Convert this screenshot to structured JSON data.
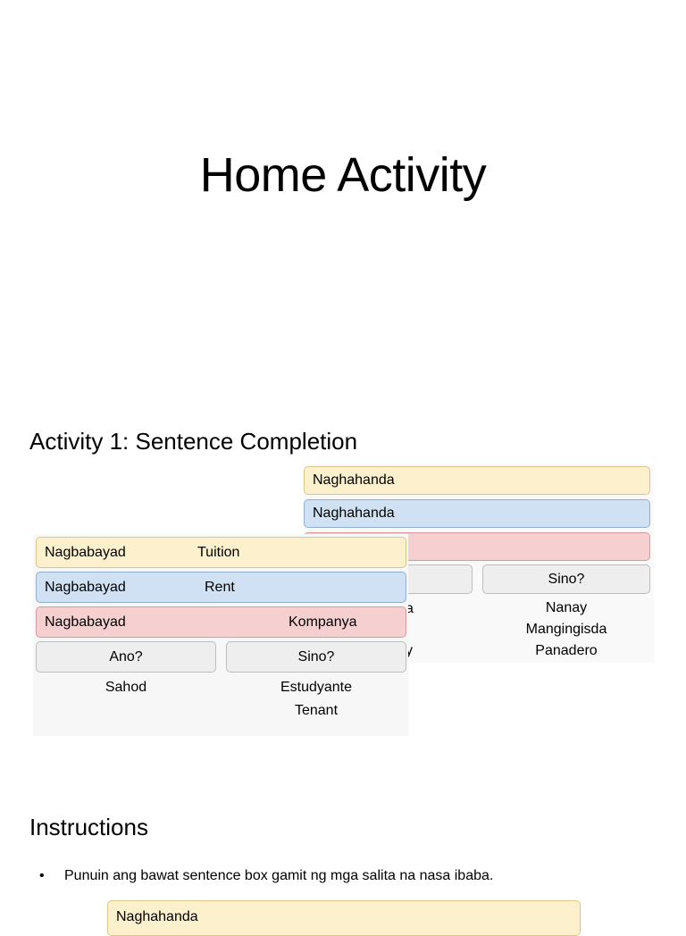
{
  "page": {
    "title": "Home Activity"
  },
  "activity": {
    "title": "Activity 1: Sentence Completion"
  },
  "back_card": {
    "rows": [
      "Naghahanda",
      "Naghahanda"
    ],
    "header_right": "Sino?",
    "peek_a": "a",
    "peek_y": "y",
    "who": [
      "Nanay",
      "Mangingisda",
      "Panadero"
    ]
  },
  "front_card": {
    "row1": {
      "verb": "Nagbabayad",
      "obj": "Tuition"
    },
    "row2": {
      "verb": "Nagbabayad",
      "obj": "Rent"
    },
    "row3": {
      "verb": "Nagbabayad",
      "obj": "Kompanya"
    },
    "header_left": "Ano?",
    "header_right": "Sino?",
    "what": [
      "Sahod"
    ],
    "who": [
      "Estudyante",
      "Tenant"
    ]
  },
  "instructions": {
    "title": "Instructions",
    "bullet": "•",
    "items": [
      "Punuin ang bawat sentence box gamit ng mga salita na nasa ibaba."
    ],
    "peek_text": "Naghahanda"
  },
  "colors": {
    "yellow": "#fdf1cd",
    "blue": "#cfe1f2",
    "red": "#f6cfd0",
    "gray": "#eeeeee"
  }
}
